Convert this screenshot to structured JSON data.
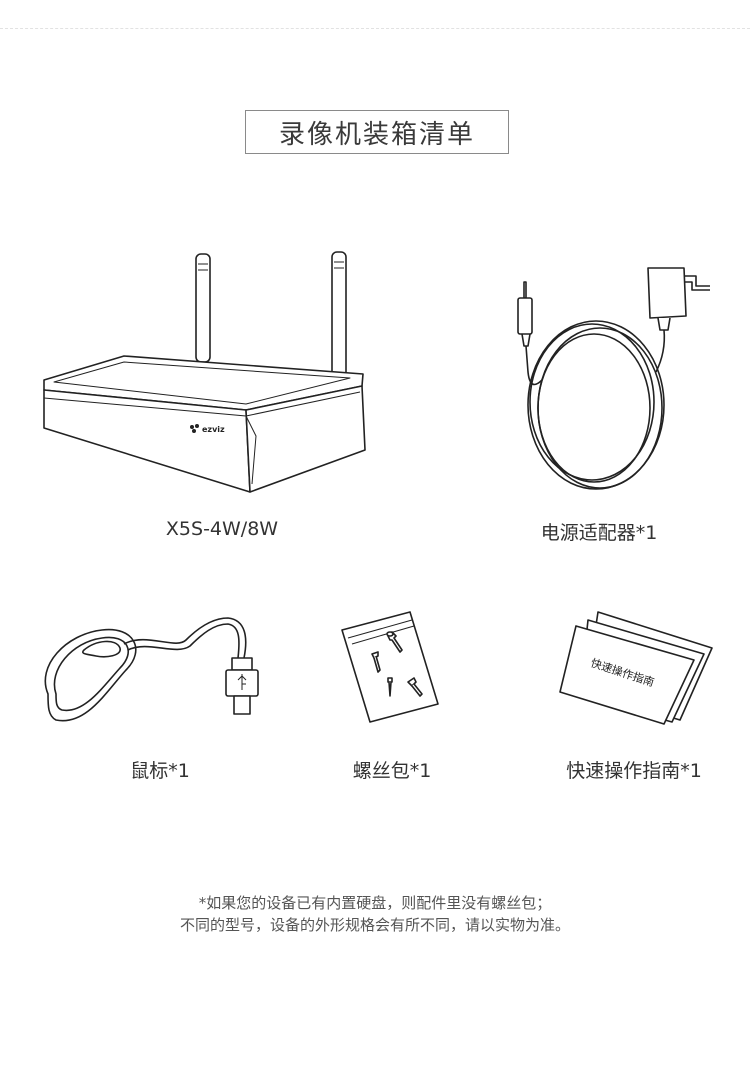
{
  "title": "录像机装箱清单",
  "items": [
    {
      "name": "nvr",
      "label": "X5S-4W/8W",
      "logo_text": "ezviz"
    },
    {
      "name": "power-adapter",
      "label": "电源适配器*1"
    },
    {
      "name": "mouse",
      "label": "鼠标*1"
    },
    {
      "name": "screw-pack",
      "label": "螺丝包*1"
    },
    {
      "name": "quick-guide",
      "label": "快速操作指南*1",
      "cover_text": "快速操作指南"
    }
  ],
  "note": {
    "line1": "*如果您的设备已有内置硬盘，则配件里没有螺丝包；",
    "line2": "不同的型号，设备的外形规格会有所不同，请以实物为准。"
  }
}
